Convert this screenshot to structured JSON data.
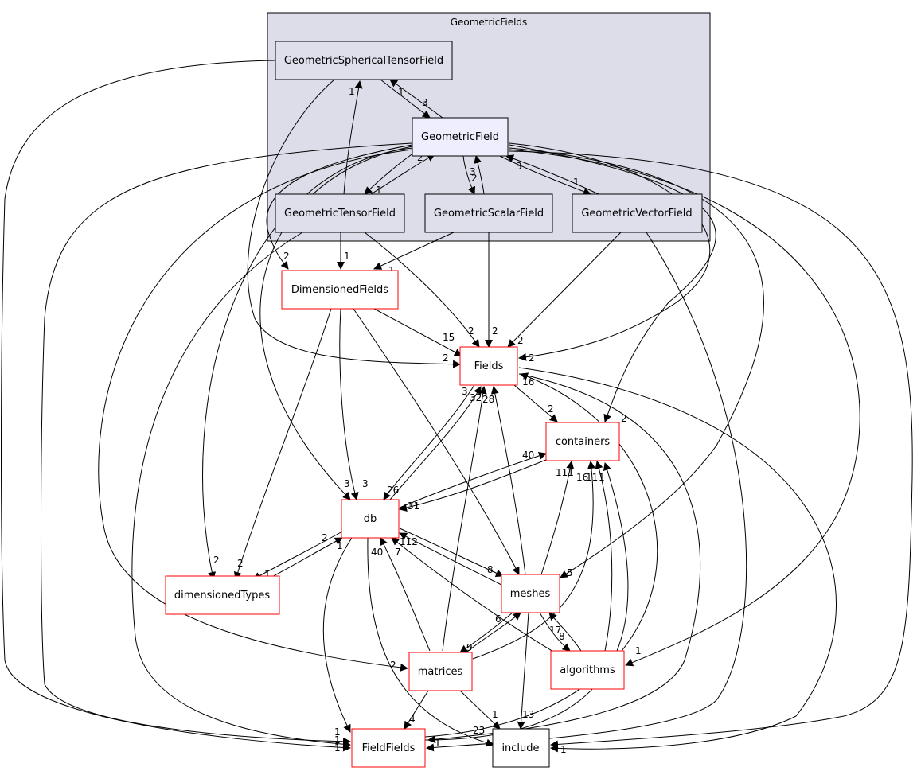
{
  "cluster": {
    "label": "GeometricFields"
  },
  "nodes": {
    "spherical": "GeometricSphericalTensorField",
    "field": "GeometricField",
    "tensor": "GeometricTensorField",
    "scalar": "GeometricScalarField",
    "vector": "GeometricVectorField",
    "dimensionedFields": "DimensionedFields",
    "fields": "Fields",
    "containers": "containers",
    "db": "db",
    "dimensionedTypes": "dimensionedTypes",
    "meshes": "meshes",
    "matrices": "matrices",
    "algorithms": "algorithms",
    "fieldFields": "FieldFields",
    "include": "include"
  },
  "edge_labels": {
    "sph_field": "3",
    "field_sph": "1",
    "tensor_sph": "1",
    "field_tensor": "1",
    "tensor_field": "2",
    "field_scalar": "3",
    "scalar_field": "2",
    "field_vector": "1",
    "vector_field": "3",
    "field_dimf": "2",
    "tensor_dimf": "1",
    "scalar_dimf": "1",
    "dimf_fields": "15",
    "tensor_fields": "2",
    "scalar_fields": "2",
    "vector_fields": "2",
    "field_fields": "2",
    "sph_fields": "2",
    "fields_containers": "2",
    "field_containers": "2",
    "fields_db": "3",
    "db_fields": "32",
    "matrices_fields": "28",
    "db_containers": "40",
    "containers_db": "31",
    "field_db": "3",
    "dimf_db": "3",
    "ff_fields": "26",
    "field_meshes": "5",
    "dimf_meshes": "1",
    "db_dt": "2",
    "dt_db": "1",
    "field_dt": "2",
    "dimf_dt": "2",
    "dt_db2": "1",
    "meshes_db": "8",
    "db_meshes": "112",
    "matrices_db": "40",
    "algorithms_db": "7",
    "meshes_containers": "111",
    "matrices_containers": "16",
    "algorithms_containers": "11",
    "ff_containers": "1",
    "meshes_matrices": "9",
    "matrices_meshes": "6",
    "algorithms_meshes": "17",
    "meshes_algorithms": "8",
    "field_algorithms": "1",
    "field_matrices": "2",
    "fields_ff": "16",
    "matrices_ff": "4",
    "matrices_include": "1",
    "meshes_include": "13",
    "db_include": "23",
    "field_include": "1",
    "vector_ff": "1",
    "sph_ff": "1",
    "field_ff1": "1",
    "field_ff2": "1"
  }
}
